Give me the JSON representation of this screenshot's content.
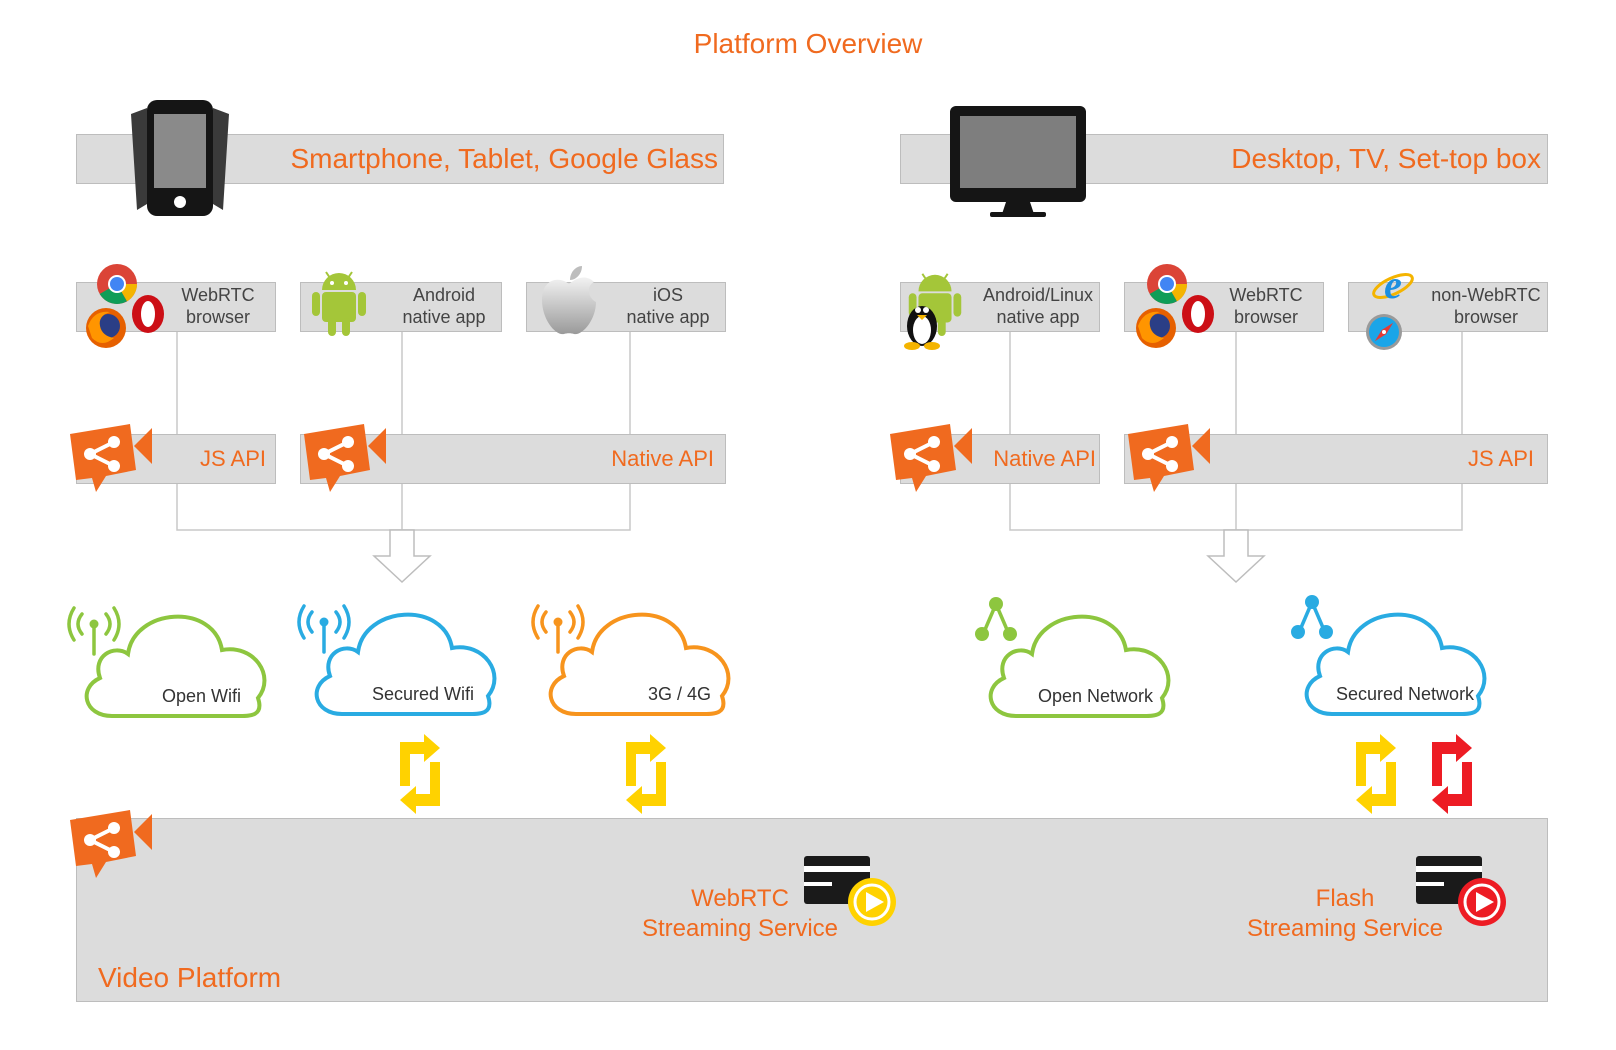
{
  "title": "Platform Overview",
  "left_group": {
    "label": "Smartphone, Tablet, Google Glass",
    "clients": [
      {
        "line1": "WebRTC",
        "line2": "browser"
      },
      {
        "line1": "Android",
        "line2": "native app"
      },
      {
        "line1": "iOS",
        "line2": "native app"
      }
    ],
    "apis": [
      "JS API",
      "Native API"
    ],
    "networks": [
      "Open Wifi",
      "Secured Wifi",
      "3G / 4G"
    ]
  },
  "right_group": {
    "label": "Desktop, TV, Set-top box",
    "clients": [
      {
        "line1": "Android/Linux",
        "line2": "native app"
      },
      {
        "line1": "WebRTC",
        "line2": "browser"
      },
      {
        "line1": "non-WebRTC",
        "line2": "browser"
      }
    ],
    "apis": [
      "Native API",
      "JS API"
    ],
    "networks": [
      "Open Network",
      "Secured Network"
    ]
  },
  "platform": {
    "label": "Video Platform",
    "services": [
      {
        "line1": "WebRTC",
        "line2": "Streaming Service"
      },
      {
        "line1": "Flash",
        "line2": "Streaming Service"
      }
    ]
  },
  "colors": {
    "accent": "#f06a1f",
    "green": "#8dc63f",
    "blue": "#29abe2",
    "orange": "#f7941d",
    "yellow": "#ffd200",
    "red": "#ed1c24",
    "band": "#dcdcdc"
  }
}
